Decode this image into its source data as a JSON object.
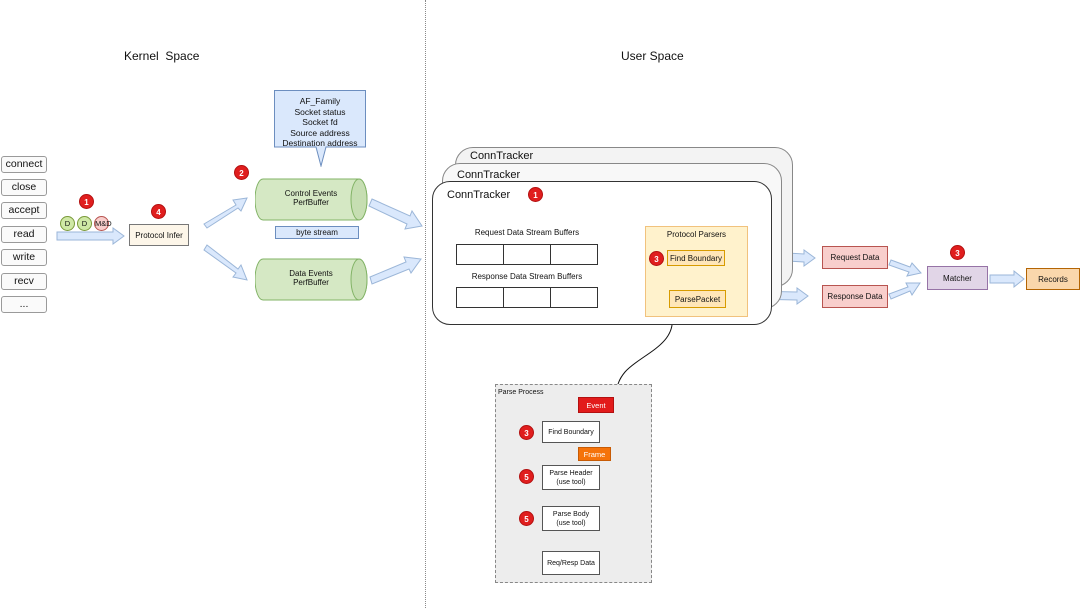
{
  "sections": {
    "kernel_title": "Kernel  Space",
    "user_title": "User Space"
  },
  "syscalls": [
    "connect",
    "close",
    "accept",
    "read",
    "write",
    "recv",
    "..."
  ],
  "kernel": {
    "badge_1": "1",
    "circle_d1": "D",
    "circle_d2": "D",
    "circle_md": "M&D",
    "badge_4": "4",
    "protocol_infer": "Protocol Infer",
    "badge_2": "2",
    "socket_info": {
      "line1": "AF_Family",
      "line2": "Socket status",
      "line3": "Socket fd",
      "line4": "Source address",
      "line5": "Destination address"
    },
    "control_events": {
      "line1": "Control Events",
      "line2": "PerfBuffer"
    },
    "byte_stream": "byte stream",
    "data_events": {
      "line1": "Data Events",
      "line2": "PerfBuffer"
    }
  },
  "conn_tracker": {
    "back_title_1": "ConnTracker",
    "back_title_2": "ConnTracker",
    "front_title": "ConnTracker",
    "badge_1": "1",
    "request_buffers_label": "Request Data Stream Buffers",
    "response_buffers_label": "Response Data Stream Buffers",
    "protocol_parsers": {
      "title": "Protocol Parsers",
      "badge_3": "3",
      "find_boundary": "Find Boundary",
      "parse_packet": "ParsePacket"
    }
  },
  "output": {
    "request_data": "Request Data",
    "response_data": "Response Data",
    "badge_3": "3",
    "matcher": "Matcher",
    "records": "Records"
  },
  "parse_process": {
    "title": "Parse Process",
    "event_label": "Event",
    "frame_label": "Frame",
    "steps": [
      {
        "badge": "3",
        "line1": "Find Boundary",
        "line2": ""
      },
      {
        "badge": "5",
        "line1": "Parse Header",
        "line2": "(use tool)"
      },
      {
        "badge": "5",
        "line1": "Parse Body",
        "line2": "(use tool)"
      },
      {
        "badge": "",
        "line1": "Req/Resp Data",
        "line2": ""
      }
    ]
  },
  "colors": {
    "badge_red": "#e01e1e",
    "green_fill": "#d5e8c4",
    "green_border": "#82b366",
    "callout_blue": "#dae8fc",
    "parser_yellow": "#fff2cc",
    "parser_border": "#f1c27d",
    "data_pink": "#f8cecc",
    "data_pink_border": "#b85450",
    "matcher_purple": "#e1d5e7",
    "records_orange": "#fad7ac",
    "event_red": "#e21b1b",
    "frame_orange": "#f5730a",
    "arrow_blue": "#dae8fc"
  }
}
